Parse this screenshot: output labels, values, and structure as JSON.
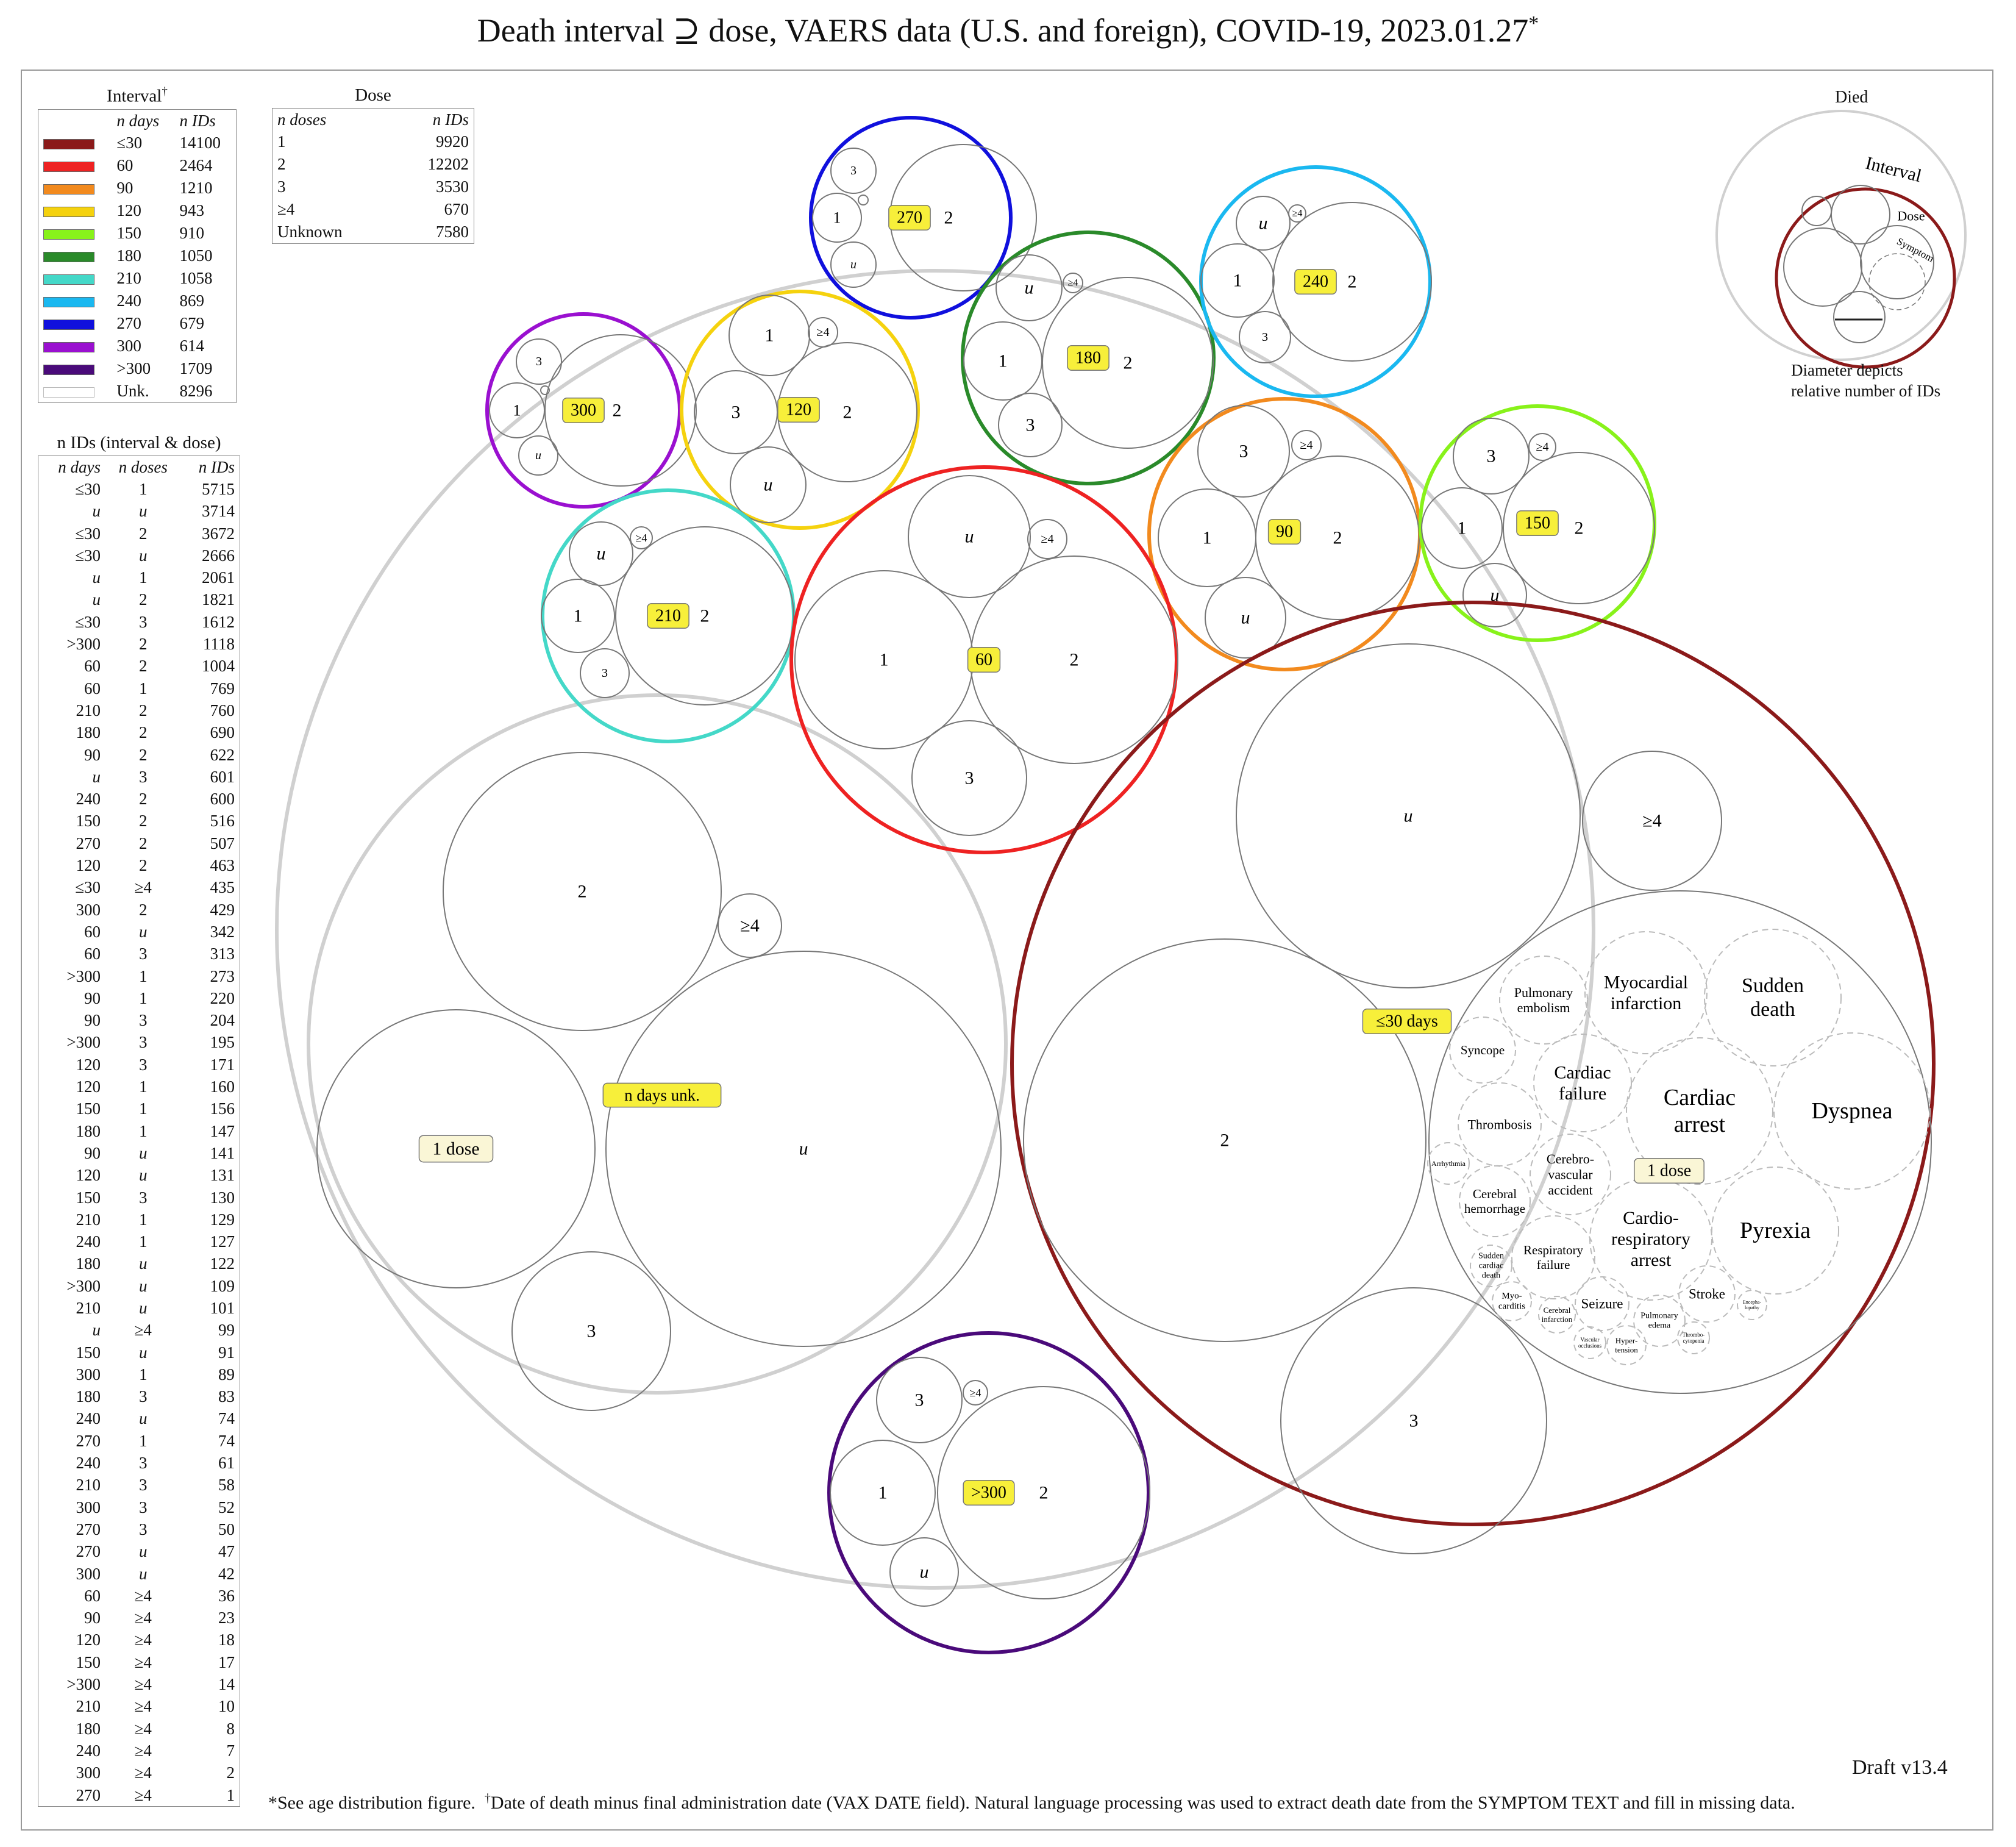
{
  "title": "Death interval ⊇ dose, VAERS data (U.S. and foreign), COVID-19, 2023.01.27",
  "title_mark": "*",
  "interval_legend": {
    "title": "Interval",
    "title_mark": "†",
    "col_days": "n days",
    "col_ids": "n IDs",
    "rows": [
      {
        "label": "≤30",
        "ids": "14100",
        "color": "#8b1a1a"
      },
      {
        "label": "60",
        "ids": "2464",
        "color": "#ee2222"
      },
      {
        "label": "90",
        "ids": "1210",
        "color": "#f28a1e"
      },
      {
        "label": "120",
        "ids": "943",
        "color": "#f5d20e"
      },
      {
        "label": "150",
        "ids": "910",
        "color": "#88f21a"
      },
      {
        "label": "180",
        "ids": "1050",
        "color": "#2a8a2a"
      },
      {
        "label": "210",
        "ids": "1058",
        "color": "#44d8c8"
      },
      {
        "label": "240",
        "ids": "869",
        "color": "#1ab8f0"
      },
      {
        "label": "270",
        "ids": "679",
        "color": "#1010dd"
      },
      {
        "label": "300",
        "ids": "614",
        "color": "#9a10d0"
      },
      {
        "label": ">300",
        "ids": "1709",
        "color": "#4a0a7a"
      },
      {
        "label": "Unk.",
        "ids": "8296",
        "color": "#ffffff"
      }
    ]
  },
  "dose_legend": {
    "title": "Dose",
    "col_doses": "n doses",
    "col_ids": "n IDs",
    "rows": [
      {
        "label": "1",
        "ids": "9920"
      },
      {
        "label": "2",
        "ids": "12202"
      },
      {
        "label": "3",
        "ids": "3530"
      },
      {
        "label": "≥4",
        "ids": "670"
      },
      {
        "label": "Unknown",
        "ids": "7580"
      }
    ]
  },
  "ids_table": {
    "title": "n IDs (interval & dose)",
    "col_days": "n days",
    "col_doses": "n doses",
    "col_ids": "n IDs",
    "rows": [
      [
        "≤30",
        "1",
        "5715"
      ],
      [
        "u",
        "u",
        "3714"
      ],
      [
        "≤30",
        "2",
        "3672"
      ],
      [
        "≤30",
        "u",
        "2666"
      ],
      [
        "u",
        "1",
        "2061"
      ],
      [
        "u",
        "2",
        "1821"
      ],
      [
        "≤30",
        "3",
        "1612"
      ],
      [
        ">300",
        "2",
        "1118"
      ],
      [
        "60",
        "2",
        "1004"
      ],
      [
        "60",
        "1",
        "769"
      ],
      [
        "210",
        "2",
        "760"
      ],
      [
        "180",
        "2",
        "690"
      ],
      [
        "90",
        "2",
        "622"
      ],
      [
        "u",
        "3",
        "601"
      ],
      [
        "240",
        "2",
        "600"
      ],
      [
        "150",
        "2",
        "516"
      ],
      [
        "270",
        "2",
        "507"
      ],
      [
        "120",
        "2",
        "463"
      ],
      [
        "≤30",
        "≥4",
        "435"
      ],
      [
        "300",
        "2",
        "429"
      ],
      [
        "60",
        "u",
        "342"
      ],
      [
        "60",
        "3",
        "313"
      ],
      [
        ">300",
        "1",
        "273"
      ],
      [
        "90",
        "1",
        "220"
      ],
      [
        "90",
        "3",
        "204"
      ],
      [
        ">300",
        "3",
        "195"
      ],
      [
        "120",
        "3",
        "171"
      ],
      [
        "120",
        "1",
        "160"
      ],
      [
        "150",
        "1",
        "156"
      ],
      [
        "180",
        "1",
        "147"
      ],
      [
        "90",
        "u",
        "141"
      ],
      [
        "120",
        "u",
        "131"
      ],
      [
        "150",
        "3",
        "130"
      ],
      [
        "210",
        "1",
        "129"
      ],
      [
        "240",
        "1",
        "127"
      ],
      [
        "180",
        "u",
        "122"
      ],
      [
        ">300",
        "u",
        "109"
      ],
      [
        "210",
        "u",
        "101"
      ],
      [
        "u",
        "≥4",
        "99"
      ],
      [
        "150",
        "u",
        "91"
      ],
      [
        "300",
        "1",
        "89"
      ],
      [
        "180",
        "3",
        "83"
      ],
      [
        "240",
        "u",
        "74"
      ],
      [
        "270",
        "1",
        "74"
      ],
      [
        "240",
        "3",
        "61"
      ],
      [
        "210",
        "3",
        "58"
      ],
      [
        "300",
        "3",
        "52"
      ],
      [
        "270",
        "3",
        "50"
      ],
      [
        "270",
        "u",
        "47"
      ],
      [
        "300",
        "u",
        "42"
      ],
      [
        "60",
        "≥4",
        "36"
      ],
      [
        "90",
        "≥4",
        "23"
      ],
      [
        "120",
        "≥4",
        "18"
      ],
      [
        "150",
        "≥4",
        "17"
      ],
      [
        ">300",
        "≥4",
        "14"
      ],
      [
        "210",
        "≥4",
        "10"
      ],
      [
        "180",
        "≥4",
        "8"
      ],
      [
        "240",
        "≥4",
        "7"
      ],
      [
        "300",
        "≥4",
        "2"
      ],
      [
        "270",
        "≥4",
        "1"
      ]
    ]
  },
  "reference": {
    "died": "Died",
    "interval": "Interval",
    "dose": "Dose",
    "symptom": "Symptom",
    "note_line1": "Diameter depicts",
    "note_line2": "relative number of IDs"
  },
  "bubble_labels": {
    "d1": "1",
    "d2": "2",
    "d3": "3",
    "d4": "≥4",
    "du": "u",
    "unk_interval": "n days unk.",
    "one_dose": "1 dose",
    "le30": "≤30 days",
    "i60": "60",
    "i90": "90",
    "i120": "120",
    "i150": "150",
    "i180": "180",
    "i210": "210",
    "i240": "240",
    "i270": "270",
    "i300": "300",
    "igt300": ">300"
  },
  "symptoms": [
    "Pulmonary embolism",
    "Myocardial infarction",
    "Sudden death",
    "Syncope",
    "Cardiac failure",
    "Cardiac arrest",
    "Dyspnea",
    "Thrombosis",
    "Cerebro-vascular accident",
    "Arrhythmia",
    "Cerebral hemorrhage",
    "Cardio-respiratory arrest",
    "Pyrexia",
    "Respiratory failure",
    "Sudden cardiac death",
    "Myo-carditis",
    "Cerebral infarction",
    "Seizure",
    "Pulmonary edema",
    "Stroke",
    "Encepha-lopathy",
    "Vascular occlusions",
    "Hyper-tension",
    "Thrombo-cytopenia"
  ],
  "footnote": {
    "star": "*",
    "part1": "See age distribution figure.",
    "dagger": "†",
    "part2": "Date of death minus final administration date (VAX DATE field). Natural language processing was used to extract death date from the SYMPTOM TEXT and fill in missing data."
  },
  "draft": "Draft v13.4",
  "colors": {
    "grey_ring": "#d0d0d0",
    "inner_stroke": "#777777",
    "label_fill": "#f7ef3a",
    "dose1_fill": "#faf6d6"
  }
}
